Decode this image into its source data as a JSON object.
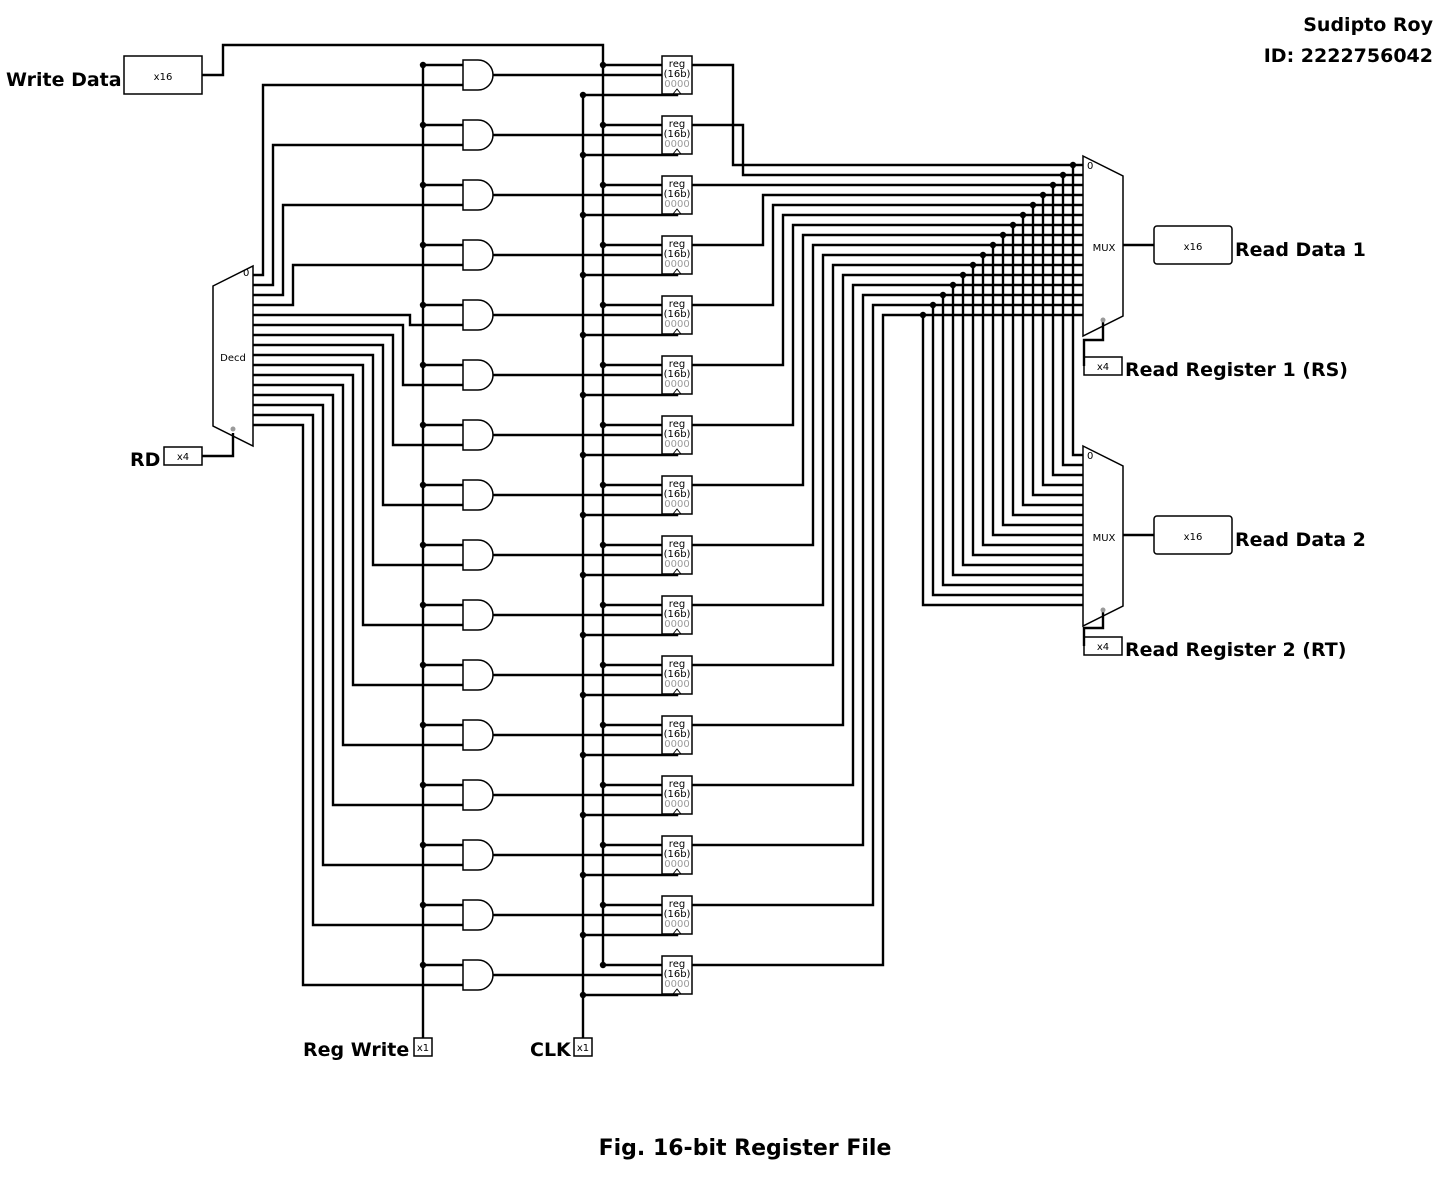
{
  "author": {
    "name": "Sudipto Roy",
    "id_line": "ID: 2222756042"
  },
  "caption": "Fig. 16-bit Register File",
  "pins": {
    "write_data": {
      "label": "Write Data",
      "width": "x16"
    },
    "rd": {
      "label": "RD",
      "width": "x4"
    },
    "reg_write": {
      "label": "Reg Write",
      "width": "x1"
    },
    "clk": {
      "label": "CLK",
      "width": "x1"
    },
    "read_data_1": {
      "label": "Read Data 1",
      "width": "x16"
    },
    "read_data_2": {
      "label": "Read Data 2",
      "width": "x16"
    },
    "read_reg_1": {
      "label": "Read Register 1 (RS)",
      "width": "x4"
    },
    "read_reg_2": {
      "label": "Read Register 2 (RT)",
      "width": "x4"
    }
  },
  "decoder": {
    "label": "Decd",
    "first_output": "0"
  },
  "mux": {
    "label": "MUX",
    "first_input": "0"
  },
  "register": {
    "line1": "reg",
    "line2": "(16b)",
    "line3": "0000"
  },
  "register_count": 16
}
